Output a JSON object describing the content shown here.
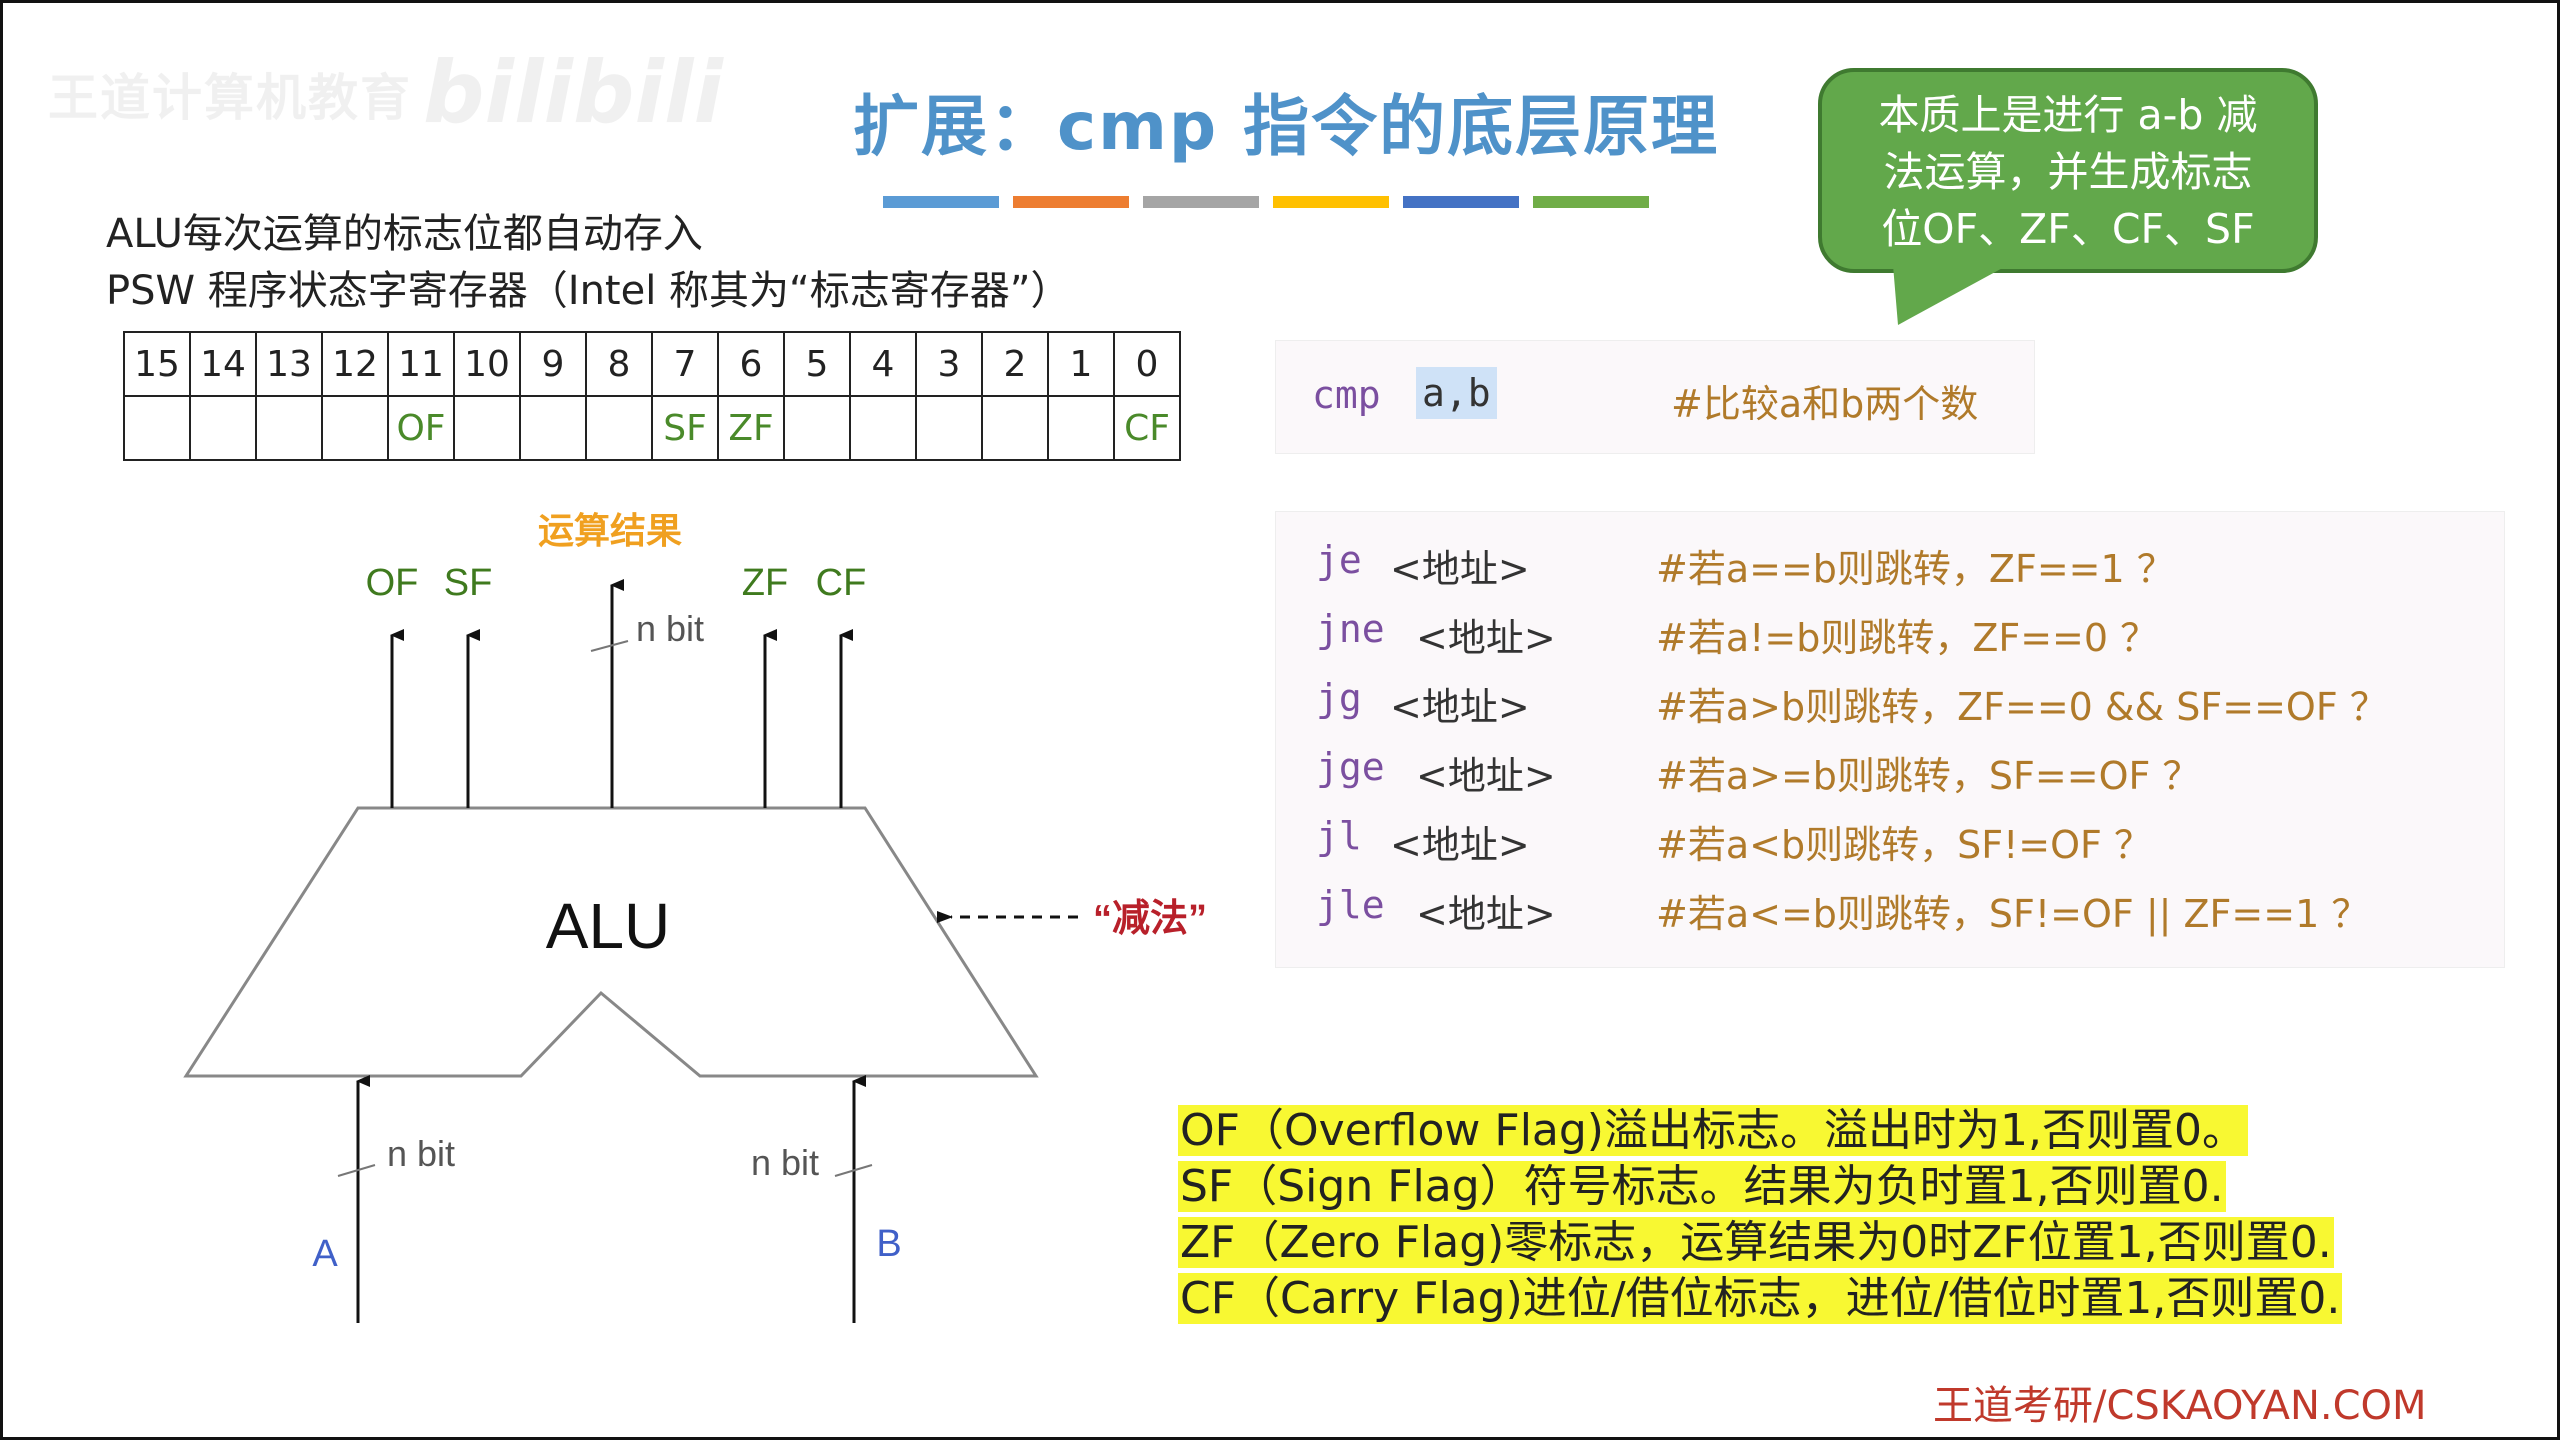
{
  "watermark": {
    "text": "王道计算机教育",
    "logo": "bilibili"
  },
  "title": "扩展：cmp 指令的底层原理",
  "title_bar_colors": [
    "#5b9bd5",
    "#ed7d31",
    "#a5a5a5",
    "#ffc000",
    "#4472c4",
    "#70ad47"
  ],
  "callout": {
    "lines": [
      "本质上是进行 a-b 减",
      "法运算，并生成标志",
      "位OF、ZF、CF、SF"
    ]
  },
  "intro": {
    "line1": "ALU每次运算的标志位都自动存入",
    "line2": "PSW 程序状态字寄存器（Intel 称其为“标志寄存器”）"
  },
  "register": {
    "bits": [
      "15",
      "14",
      "13",
      "12",
      "11",
      "10",
      "9",
      "8",
      "7",
      "6",
      "5",
      "4",
      "3",
      "2",
      "1",
      "0"
    ],
    "flags": [
      "",
      "",
      "",
      "",
      "OF",
      "",
      "",
      "",
      "SF",
      "ZF",
      "",
      "",
      "",
      "",
      "",
      "CF"
    ]
  },
  "cmp_code": {
    "instr": "cmp",
    "args": "a,b",
    "comment": "#比较a和b两个数"
  },
  "jumps": [
    {
      "instr": "je",
      "arg": "<地址>",
      "comment": "#若a==b则跳转，ZF==1 ？"
    },
    {
      "instr": "jne",
      "arg": "<地址>",
      "comment": "#若a!=b则跳转，ZF==0 ？"
    },
    {
      "instr": "jg",
      "arg": "<地址>",
      "comment": "#若a>b则跳转，ZF==0 && SF==OF ？"
    },
    {
      "instr": "jge",
      "arg": "<地址>",
      "comment": "#若a>=b则跳转，SF==OF ？"
    },
    {
      "instr": "jl",
      "arg": "<地址>",
      "comment": "#若a<b则跳转，SF!=OF ？"
    },
    {
      "instr": "jle",
      "arg": "<地址>",
      "comment": "#若a<=b则跳转，SF!=OF || ZF==1 ？"
    }
  ],
  "diagram": {
    "alu": "ALU",
    "result_label": "运算结果",
    "out_flags": [
      "OF",
      "SF",
      "ZF",
      "CF"
    ],
    "nbit": "n bit",
    "input_a": "A",
    "input_b": "B",
    "op_label": "“减法”"
  },
  "flag_desc": [
    "OF（Overflow Flag)溢出标志。溢出时为1,否则置0。",
    "SF（Sign Flag）符号标志。结果为负时置1,否则置0.",
    "ZF（Zero Flag)零标志，运算结果为0时ZF位置1,否则置0.",
    "CF（Carry Flag)进位/借位标志，进位/借位时置1,否则置0."
  ],
  "footer": "王道考研/CSKAOYAN.COM"
}
